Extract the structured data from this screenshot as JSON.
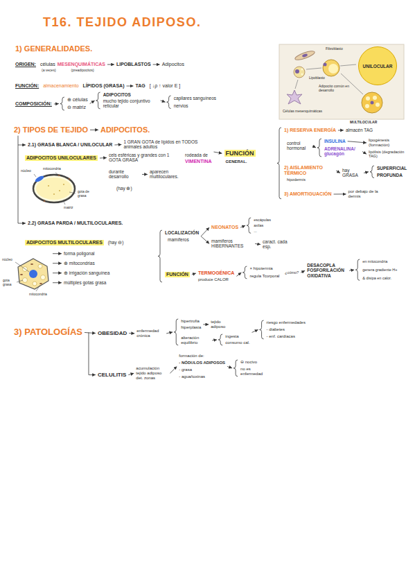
{
  "diagram": {
    "title": "T16. TEJIDO ADIPOSO.",
    "nodes": [
      {
        "text": [
          "UNILOCULAR"
        ]
      }
    ],
    "labels": [
      "1) GENERALIDADES.",
      "ORIGEN:",
      "células",
      "MESENQUIMÁTICAS",
      "LIPOBLASTOS",
      "Adipocitos",
      "(a veces)",
      "(preadipocitos)",
      "FUNCIÓN:",
      "almacenamiento",
      "LÍPIDOS (GRASA)",
      "TAG",
      "[ ↓ρ ↑ valor E ]",
      "COMPOSICIÓN:",
      "⊕ células",
      "⊖ matriz",
      "ADIPOCITOS",
      "mucho tejido conjuntivo reticular",
      "capilares sanguíneos",
      "nervios",
      "Fibroblasto",
      "Lipoblasto",
      "Adipocito común en desarrollo",
      "Células mesenquimáticas",
      "MULTILOCULAR",
      "2) TIPOS DE TEJIDO",
      "ADIPOCITOS.",
      "2.1) GRASA BLANCA / UNILOCULAR",
      "1 GRAN GOTA de lípidos en TODOS animales adultos",
      "ADIPOCITOS UNILOCULARES",
      "cels esféricas y grandes con 1 GOTA GRASA",
      "rodeada de",
      "VIMENTINA",
      "durante desarrollo",
      "aparecen multiloculares.",
      "(hay ⊕)",
      "núcleo",
      "mitocondria",
      "gota de grasa",
      "matriz",
      "FUNCIÓN",
      "GENERAL.",
      "1) RESERVA ENERGÍA",
      "almacén TAG",
      "control hormonal",
      "INSULINA",
      "lipogénesis (formación)",
      "ADRENALINA/ glucagón",
      "lipólisis (degradación TAG)",
      "2) AISLAMIENTO TÉRMICO",
      "hipodermis",
      "hay GRASA",
      "SUPERFICIAL",
      "PROFUNDA",
      "3) AMORTIGUACIÓN",
      "por debajo de la dermis",
      "2.2) GRASA PARDA / MULTILOCULARES.",
      "ADIPOCITOS MULTILOCULARES",
      "(hay ⊖)",
      "forma poligonal",
      "⊕ mitocondrias",
      "⊕ irrigación sanguínea",
      "múltiples gotas grasa",
      "núcleo",
      "gota grasa",
      "mitocondria",
      "LOCALIZACIÓN",
      "mamíferos",
      "NEONATOS",
      "escápulas",
      "axilas",
      "...",
      "mamíferos HIBERNANTES",
      "caract. cada esp.",
      "FUNCIÓN",
      "TERMOGÉNICA",
      "produce CALOR",
      "× hipotermia",
      "regula Tcorporal",
      "¿cómo?",
      "DESACOPLA FOSFORILACIÓN OXIDATIVA",
      "en mitocondria",
      "genera gradiente H+",
      "& disipa en calor.",
      "3) PATOLOGÍAS",
      "OBESIDAD",
      "enfermedad crónica",
      "hipertrofia",
      "hiperplasia",
      "tejido adiposo",
      "alteración equilibrio",
      "ingesta",
      "consumo cal.",
      "riesgo enfermedades",
      "- diabetes",
      "- enf. cardíacas",
      "CELULITIS",
      "acumulación tejido adiposo det. zonas",
      "formación de:",
      "- NÓDULOS ADIPOSOS",
      "- grasa",
      "- agua/toxinas",
      "⊖ nocivo",
      "no es enfermedad"
    ]
  }
}
